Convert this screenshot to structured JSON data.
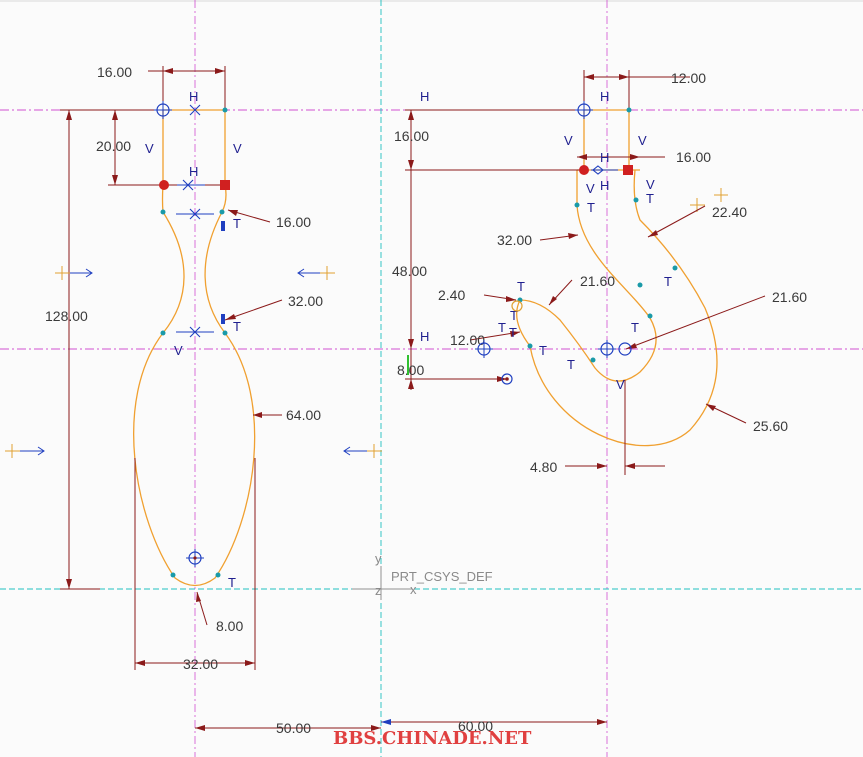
{
  "watermark": "BBS.CHINADE.NET",
  "csys_label": "PRT_CSYS_DEF",
  "axis_labels": {
    "y": "y",
    "z": "z",
    "x": "x"
  },
  "dimensions": {
    "left": {
      "top_width": "16.00",
      "neck_height": "20.00",
      "total_height": "128.00",
      "neck_radius": "16.00",
      "waist_radius": "32.00",
      "body_radius": "64.00",
      "bottom_radius": "8.00",
      "bottom_width": "32.00",
      "offset_origin": "50.00"
    },
    "right": {
      "top_width": "12.00",
      "top_height": "16.00",
      "neck_width": "16.00",
      "tip_radius": "22.40",
      "shank_radius": "32.00",
      "drop_height": "48.00",
      "inner_radius_a": "21.60",
      "inner_radius_b": "21.60",
      "tip_round": "2.40",
      "tip_offset": "12.00",
      "tip_drop": "8.00",
      "outer_radius": "25.60",
      "center_offset": "4.80",
      "offset_origin": "60.00"
    }
  },
  "constraint_tags": {
    "horizontal": "H",
    "vertical": "V",
    "tangent": "T"
  }
}
